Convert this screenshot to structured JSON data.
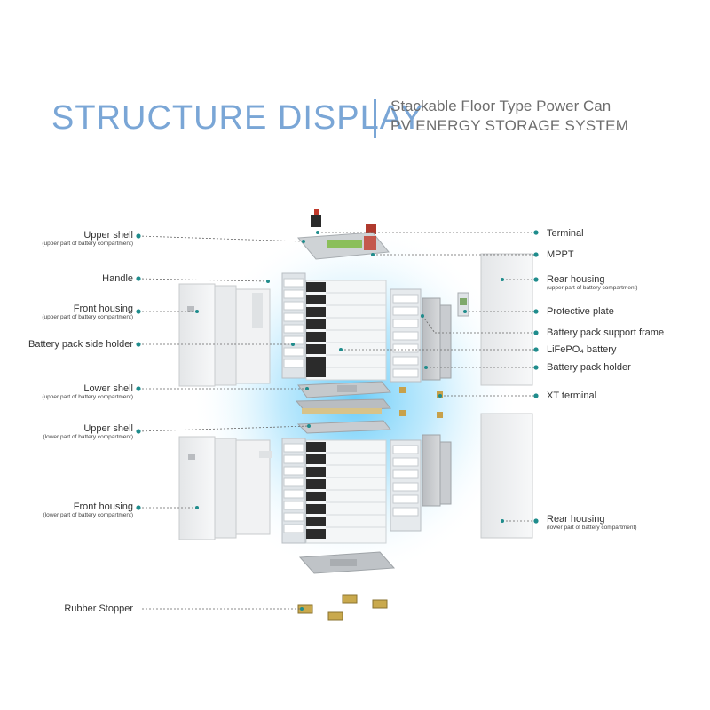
{
  "header": {
    "title": "STRUCTURE DISPLAY",
    "subtitle_line1": "Stackable Floor Type Power Can",
    "subtitle_line2": "PV ENERGY STORAGE SYSTEM"
  },
  "colors": {
    "accent": "#7aa6d6",
    "dot": "#1f8c8c",
    "glow": "#5ec8f5"
  },
  "labels_left": {
    "upper_shell_top": {
      "main": "Upper shell",
      "sub": "(upper part of battery compartment)"
    },
    "handle": {
      "main": "Handle"
    },
    "front_housing_top": {
      "main": "Front housing",
      "sub": "(upper part of battery compartment)"
    },
    "side_holder": {
      "main": "Battery pack side holder"
    },
    "lower_shell": {
      "main": "Lower shell",
      "sub": "(upper part of battery compartment)"
    },
    "upper_shell_lower": {
      "main": "Upper shell",
      "sub": "(lower part of battery compartment)"
    },
    "front_housing_lower": {
      "main": "Front housing",
      "sub": "(lower part of battery compartment)"
    },
    "rubber_stopper": {
      "main": "Rubber Stopper"
    }
  },
  "labels_right": {
    "terminal": {
      "main": "Terminal"
    },
    "mppt": {
      "main": "MPPT"
    },
    "rear_housing_top": {
      "main": "Rear housing",
      "sub": "(upper part of battery compartment)"
    },
    "protective_plate": {
      "main": "Protective plate"
    },
    "support_frame": {
      "main": "Battery pack support frame"
    },
    "lifepo4": {
      "main": "LiFePO₄ battery"
    },
    "pack_holder": {
      "main": "Battery pack holder"
    },
    "xt_terminal": {
      "main": "XT terminal"
    },
    "rear_housing_lower": {
      "main": "Rear housing",
      "sub": "(lower part of battery compartment)"
    }
  }
}
